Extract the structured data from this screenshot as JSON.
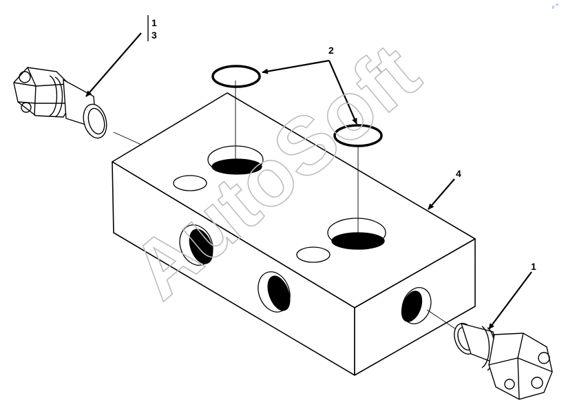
{
  "callouts": {
    "upper_fitting_top": "1",
    "upper_fitting_bottom": "3",
    "orings": "2",
    "block": "4",
    "lower_fitting": "1"
  },
  "watermark": "AutoSoft",
  "corner_mark": "℘ ≈"
}
